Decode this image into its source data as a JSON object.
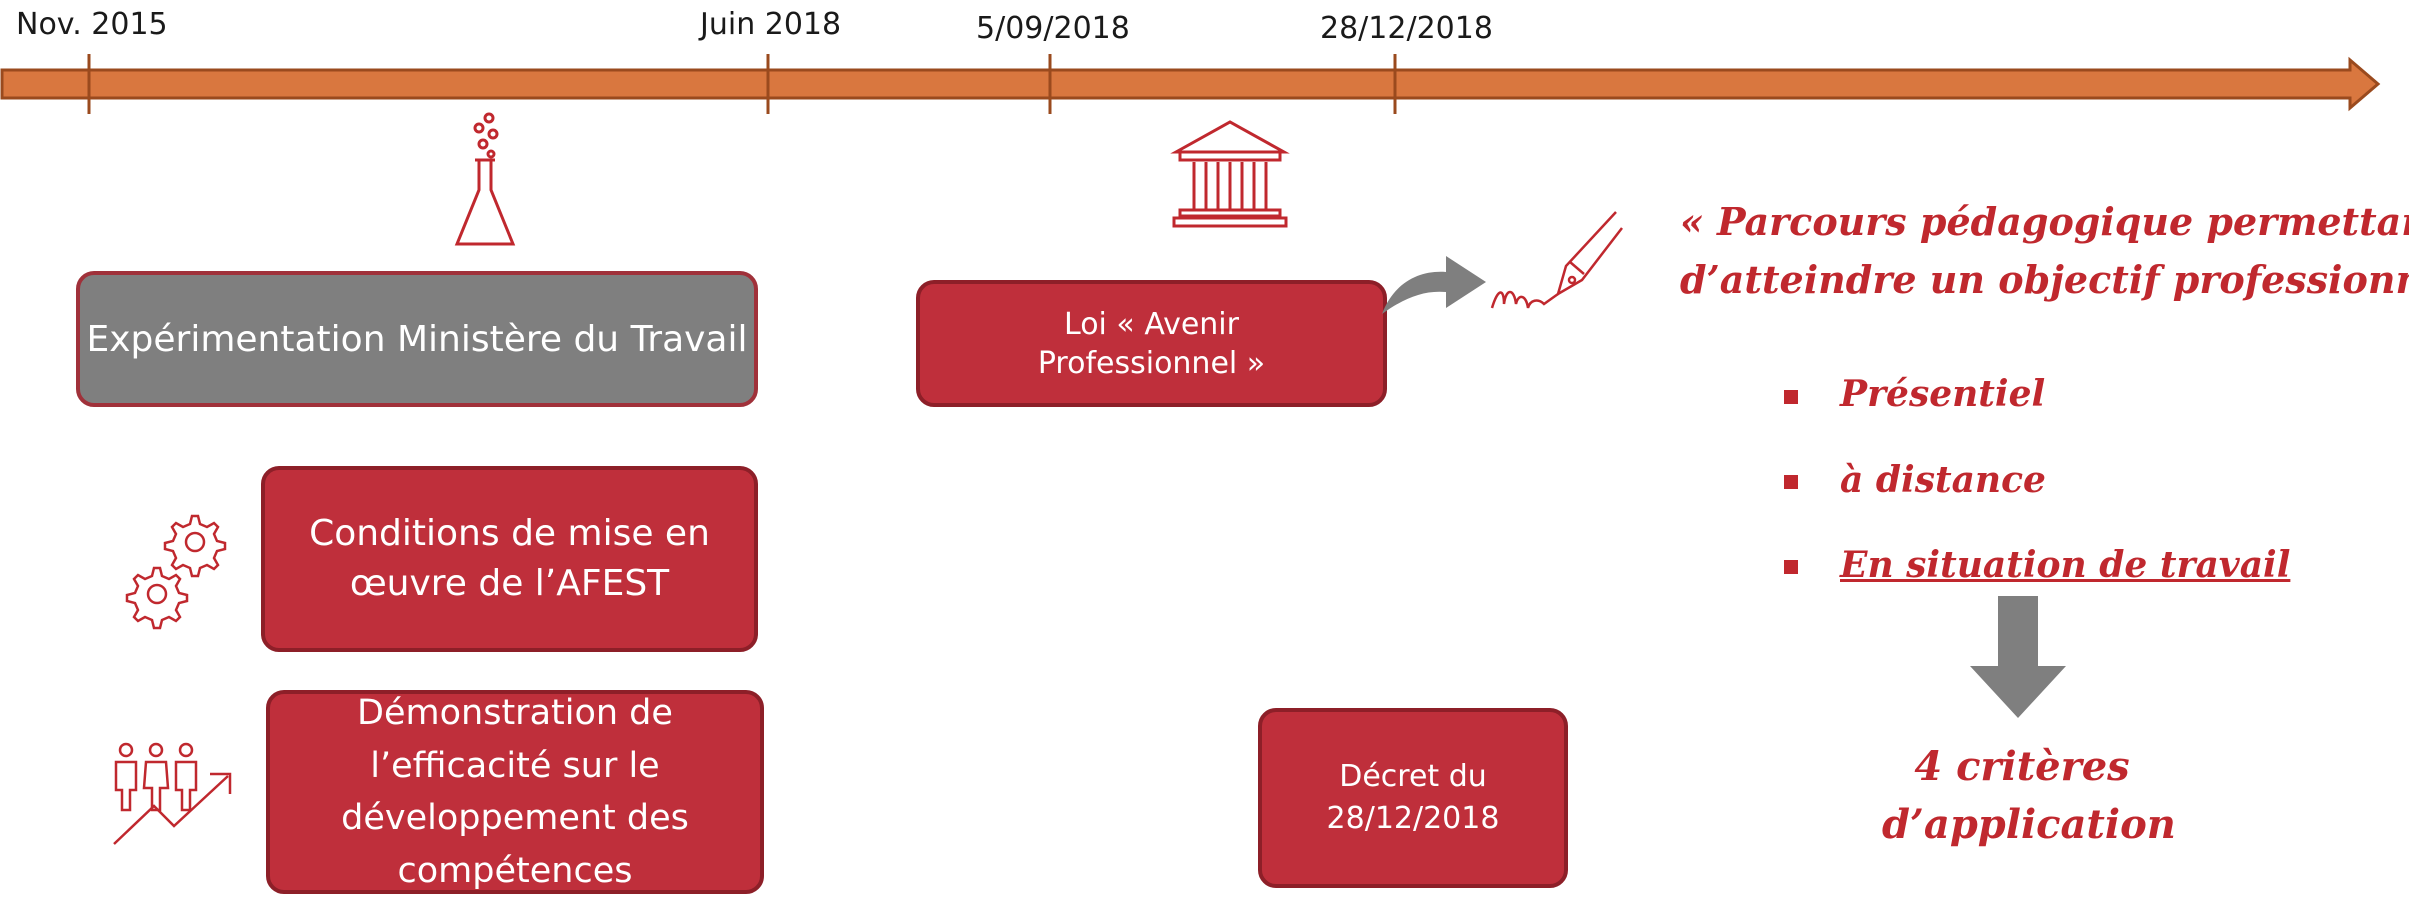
{
  "timeline": {
    "ticks": [
      {
        "label": "Nov. 2015"
      },
      {
        "label": "Juin 2018"
      },
      {
        "label": "5/09/2018"
      },
      {
        "label": "28/12/2018"
      }
    ],
    "colors": {
      "arrow": "#d9773f",
      "arrow_border": "#9a4a1e",
      "tick": "#9a4a1e"
    }
  },
  "boxes": {
    "experimentation": "Expérimentation Ministère du Travail",
    "conditions": "Conditions de mise en œuvre de l’AFEST",
    "demonstration": "Démonstration de l’efficacité sur le développement des compétences",
    "loi": "Loi « Avenir Professionnel »",
    "decret": "Décret du 28/12/2018"
  },
  "definition": {
    "quote_line1": "« Parcours pédagogique permettant",
    "quote_line2": "d’atteindre un objectif professionnel »",
    "items": [
      "Présentiel",
      "à distance",
      "En situation de travail"
    ],
    "criteria_line1": "4 critères",
    "criteria_line2": "d’application"
  },
  "icons": {
    "flask": "flask-icon",
    "institution": "institution-icon",
    "gears": "gears-icon",
    "people_growth": "people-growth-icon",
    "curved_arrow": "curved-arrow-icon",
    "pen_signature": "pen-signature-icon",
    "down_arrow": "down-arrow-icon"
  },
  "colors": {
    "red": "#bf2f3b",
    "grey": "#7f7f7f",
    "script_red": "#c0282e"
  }
}
